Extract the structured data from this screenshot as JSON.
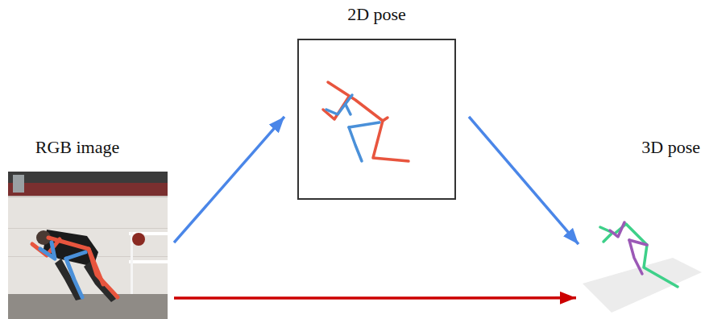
{
  "diagram": {
    "nodes": [
      {
        "text": [
          "RGB image"
        ]
      },
      {
        "text": [
          "2D pose"
        ]
      },
      {
        "text": [
          "3D pose"
        ]
      }
    ],
    "edges": [
      {
        "from": 0,
        "to": 1,
        "arrow": "to"
      },
      {
        "from": 1,
        "to": 2,
        "arrow": "to"
      },
      {
        "from": 0,
        "to": 2,
        "arrow": "to"
      }
    ]
  }
}
